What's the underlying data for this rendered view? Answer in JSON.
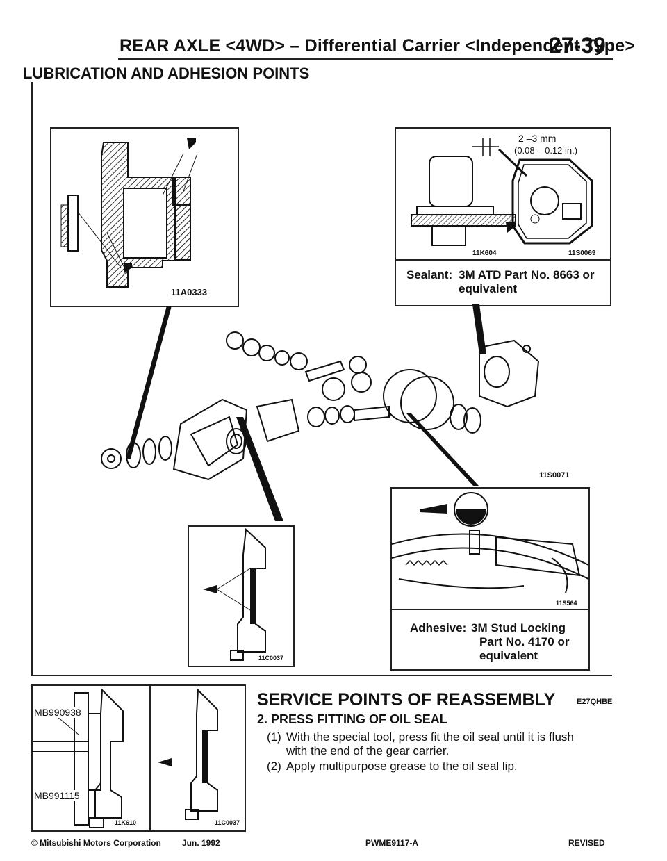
{
  "header": {
    "title": "REAR AXLE <4WD> – Differential Carrier <Independent Type>",
    "page_number": "27-39"
  },
  "section_title": "LUBRICATION AND ADHESION POINTS",
  "figures": {
    "top_left_code": "11A0333",
    "sealant_fig_code_1": "11K604",
    "sealant_fig_code_2": "11S0069",
    "gap_dimension": "2 –3 mm",
    "gap_dimension_in": "(0.08 – 0.12 in.)",
    "sealant_label": "Sealant:",
    "sealant_value_line1": "3M ATD Part No. 8663 or",
    "sealant_value_line2": "equivalent",
    "exploded_code": "11S0071",
    "adhesive_fig_code": "11S564",
    "adhesive_label": "Adhesive:",
    "adhesive_value_line1": "3M Stud Locking",
    "adhesive_value_line2": "Part No. 4170 or",
    "adhesive_value_line3": "equivalent",
    "seal_fig_code": "11C0037",
    "bottom_fig_code_1": "11K610",
    "bottom_fig_code_2": "11C0037",
    "tool_1": "MB990938",
    "tool_2": "MB991115"
  },
  "service": {
    "title": "SERVICE POINTS OF REASSEMBLY",
    "code": "E27QHBE",
    "step_title": "2. PRESS FITTING OF OIL SEAL",
    "steps": [
      {
        "num": "(1)",
        "text_line1": "With the special tool, press fit the oil seal until it is flush",
        "text_line2": "with the end of the gear carrier."
      },
      {
        "num": "(2)",
        "text_line1": "Apply multipurpose grease to the oil seal lip.",
        "text_line2": ""
      }
    ]
  },
  "footer": {
    "copyright": "© Mitsubishi Motors Corporation",
    "date": "Jun. 1992",
    "doc_id": "PWME9117-A",
    "revised": "REVISED"
  }
}
